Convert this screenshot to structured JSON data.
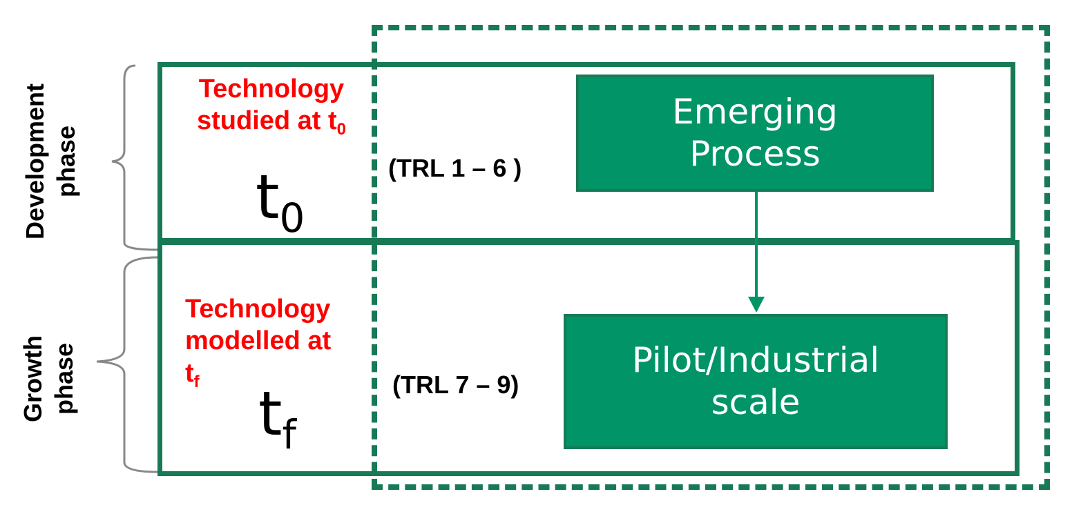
{
  "phases": {
    "development": {
      "label": "Development\nphase",
      "technology_line1": "Technology",
      "technology_line2": "studied at t",
      "technology_sub": "0",
      "time_symbol": "t",
      "time_sub": "0",
      "trl": "(TRL 1 – 6 )"
    },
    "growth": {
      "label": "Growth\nphase",
      "technology_line1": "Technology",
      "technology_line2": "modelled at",
      "technology_line3": "t",
      "technology_sub": "f",
      "time_symbol": "t",
      "time_sub": "f",
      "trl": "(TRL 7 – 9)"
    }
  },
  "boxes": {
    "emerging": "Emerging\nProcess",
    "pilot": "Pilot/Industrial\nscale"
  },
  "colors": {
    "frame_green": "#177a55",
    "box_fill": "#009466",
    "label_red": "#ff0000",
    "bracket_gray": "#888888"
  }
}
